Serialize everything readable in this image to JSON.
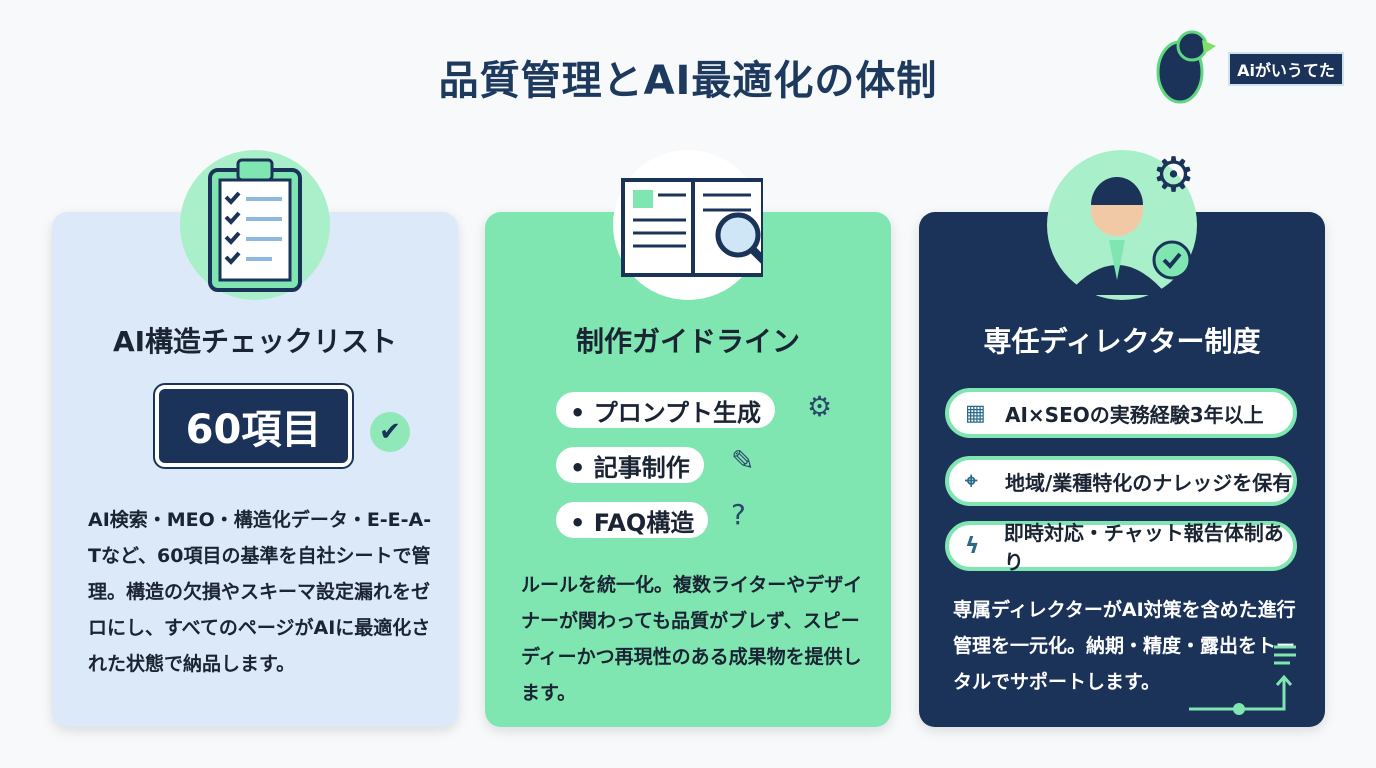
{
  "title": "品質管理とAI最適化の体制",
  "logo": {
    "text": "Aiがいうてた"
  },
  "cards": [
    {
      "title": "AI構造チェックリスト",
      "badge": "60項目",
      "text": "AI検索・MEO・構造化データ・E-E-A-Tなど、60項目の基準を自社シートで管理。構造の欠損やスキーマ設定漏れをゼロにし、すべてのページがAIに最適化された状態で納品します。"
    },
    {
      "title": "制作ガイドライン",
      "steps": [
        "• プロンプト生成",
        "• 記事制作",
        "• FAQ構造"
      ],
      "text": "ルールを統一化。複数ライターやデザイナーが関わっても品質がブレず、スピーディーかつ再現性のある成果物を提供します。"
    },
    {
      "title": "専任ディレクター制度",
      "features": [
        "AI×SEOの実務経験3年以上",
        "地域/業種特化のナレッジを保有",
        "即時対応・チャット報告体制あり"
      ],
      "text": "専属ディレクターがAI対策を含めた進行管理を一元化。納期・精度・露出をトータルでサポートします。"
    }
  ]
}
